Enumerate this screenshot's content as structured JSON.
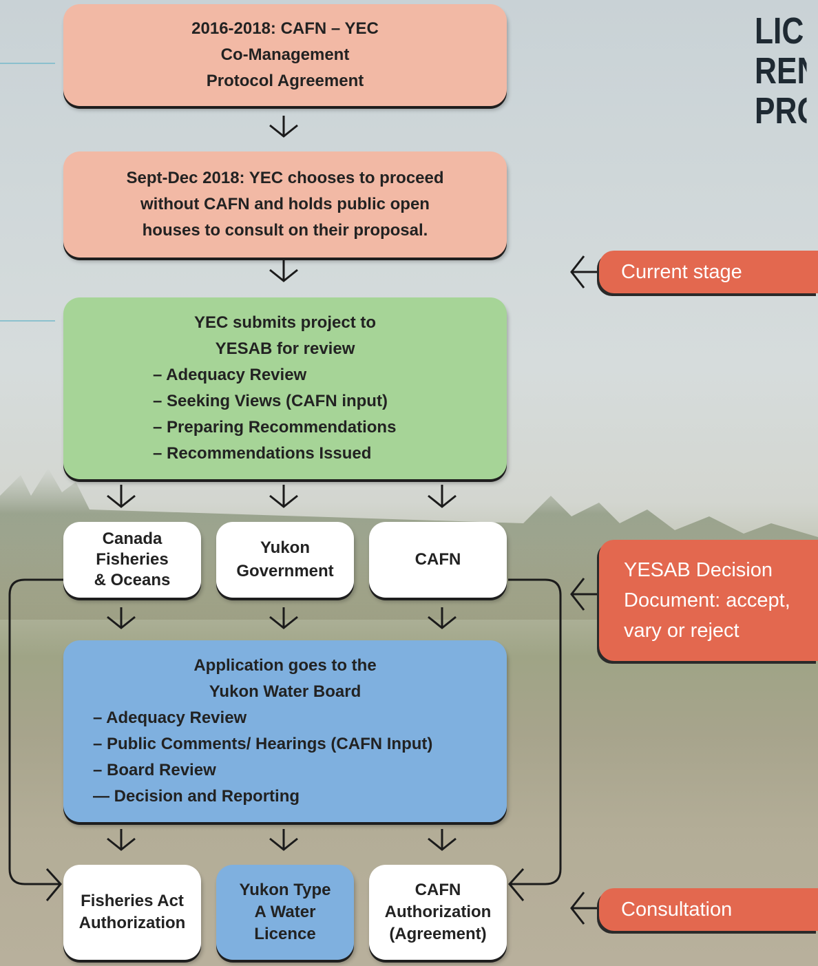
{
  "title": {
    "line1": "LIC",
    "line2": "REN",
    "line3": "PRO"
  },
  "boxes": {
    "protocol": {
      "lines": [
        "2016-2018:  CAFN – YEC",
        "Co-Management",
        "Protocol Agreement"
      ]
    },
    "proceed": {
      "lines": [
        "Sept-Dec 2018: YEC chooses to proceed",
        "without CAFN and holds public open",
        "houses to consult on their proposal."
      ]
    },
    "yesab": {
      "heading": [
        "YEC submits project to",
        "YESAB for review"
      ],
      "items": [
        "– Adequacy Review",
        "– Seeking Views (CAFN input)",
        "– Preparing Recommendations",
        "– Recommendations Issued"
      ]
    },
    "dfo": {
      "lines": [
        "Canada",
        "Fisheries",
        "& Oceans"
      ]
    },
    "yukon_gov": {
      "lines": [
        "Yukon",
        "Government"
      ]
    },
    "cafn": {
      "lines": [
        "CAFN"
      ]
    },
    "water_board": {
      "heading": [
        "Application goes to the",
        "Yukon Water Board"
      ],
      "items": [
        "– Adequacy Review",
        "– Public Comments/ Hearings (CAFN Input)",
        "– Board Review",
        "— Decision and Reporting"
      ]
    },
    "fisheries_auth": {
      "lines": [
        "Fisheries Act",
        "Authorization"
      ]
    },
    "water_licence": {
      "lines": [
        "Yukon Type",
        "A Water",
        "Licence"
      ]
    },
    "cafn_auth": {
      "lines": [
        "CAFN",
        "Authorization",
        "(Agreement)"
      ]
    }
  },
  "legend": {
    "current_stage": "Current stage",
    "decision": [
      "YESAB Decision",
      "Document: accept,",
      "vary or reject"
    ],
    "consultation": "Consultation"
  },
  "colors": {
    "peach": "#f2b9a5",
    "green": "#a6d497",
    "blue": "#7fb0df",
    "tag": "#e3684f"
  }
}
